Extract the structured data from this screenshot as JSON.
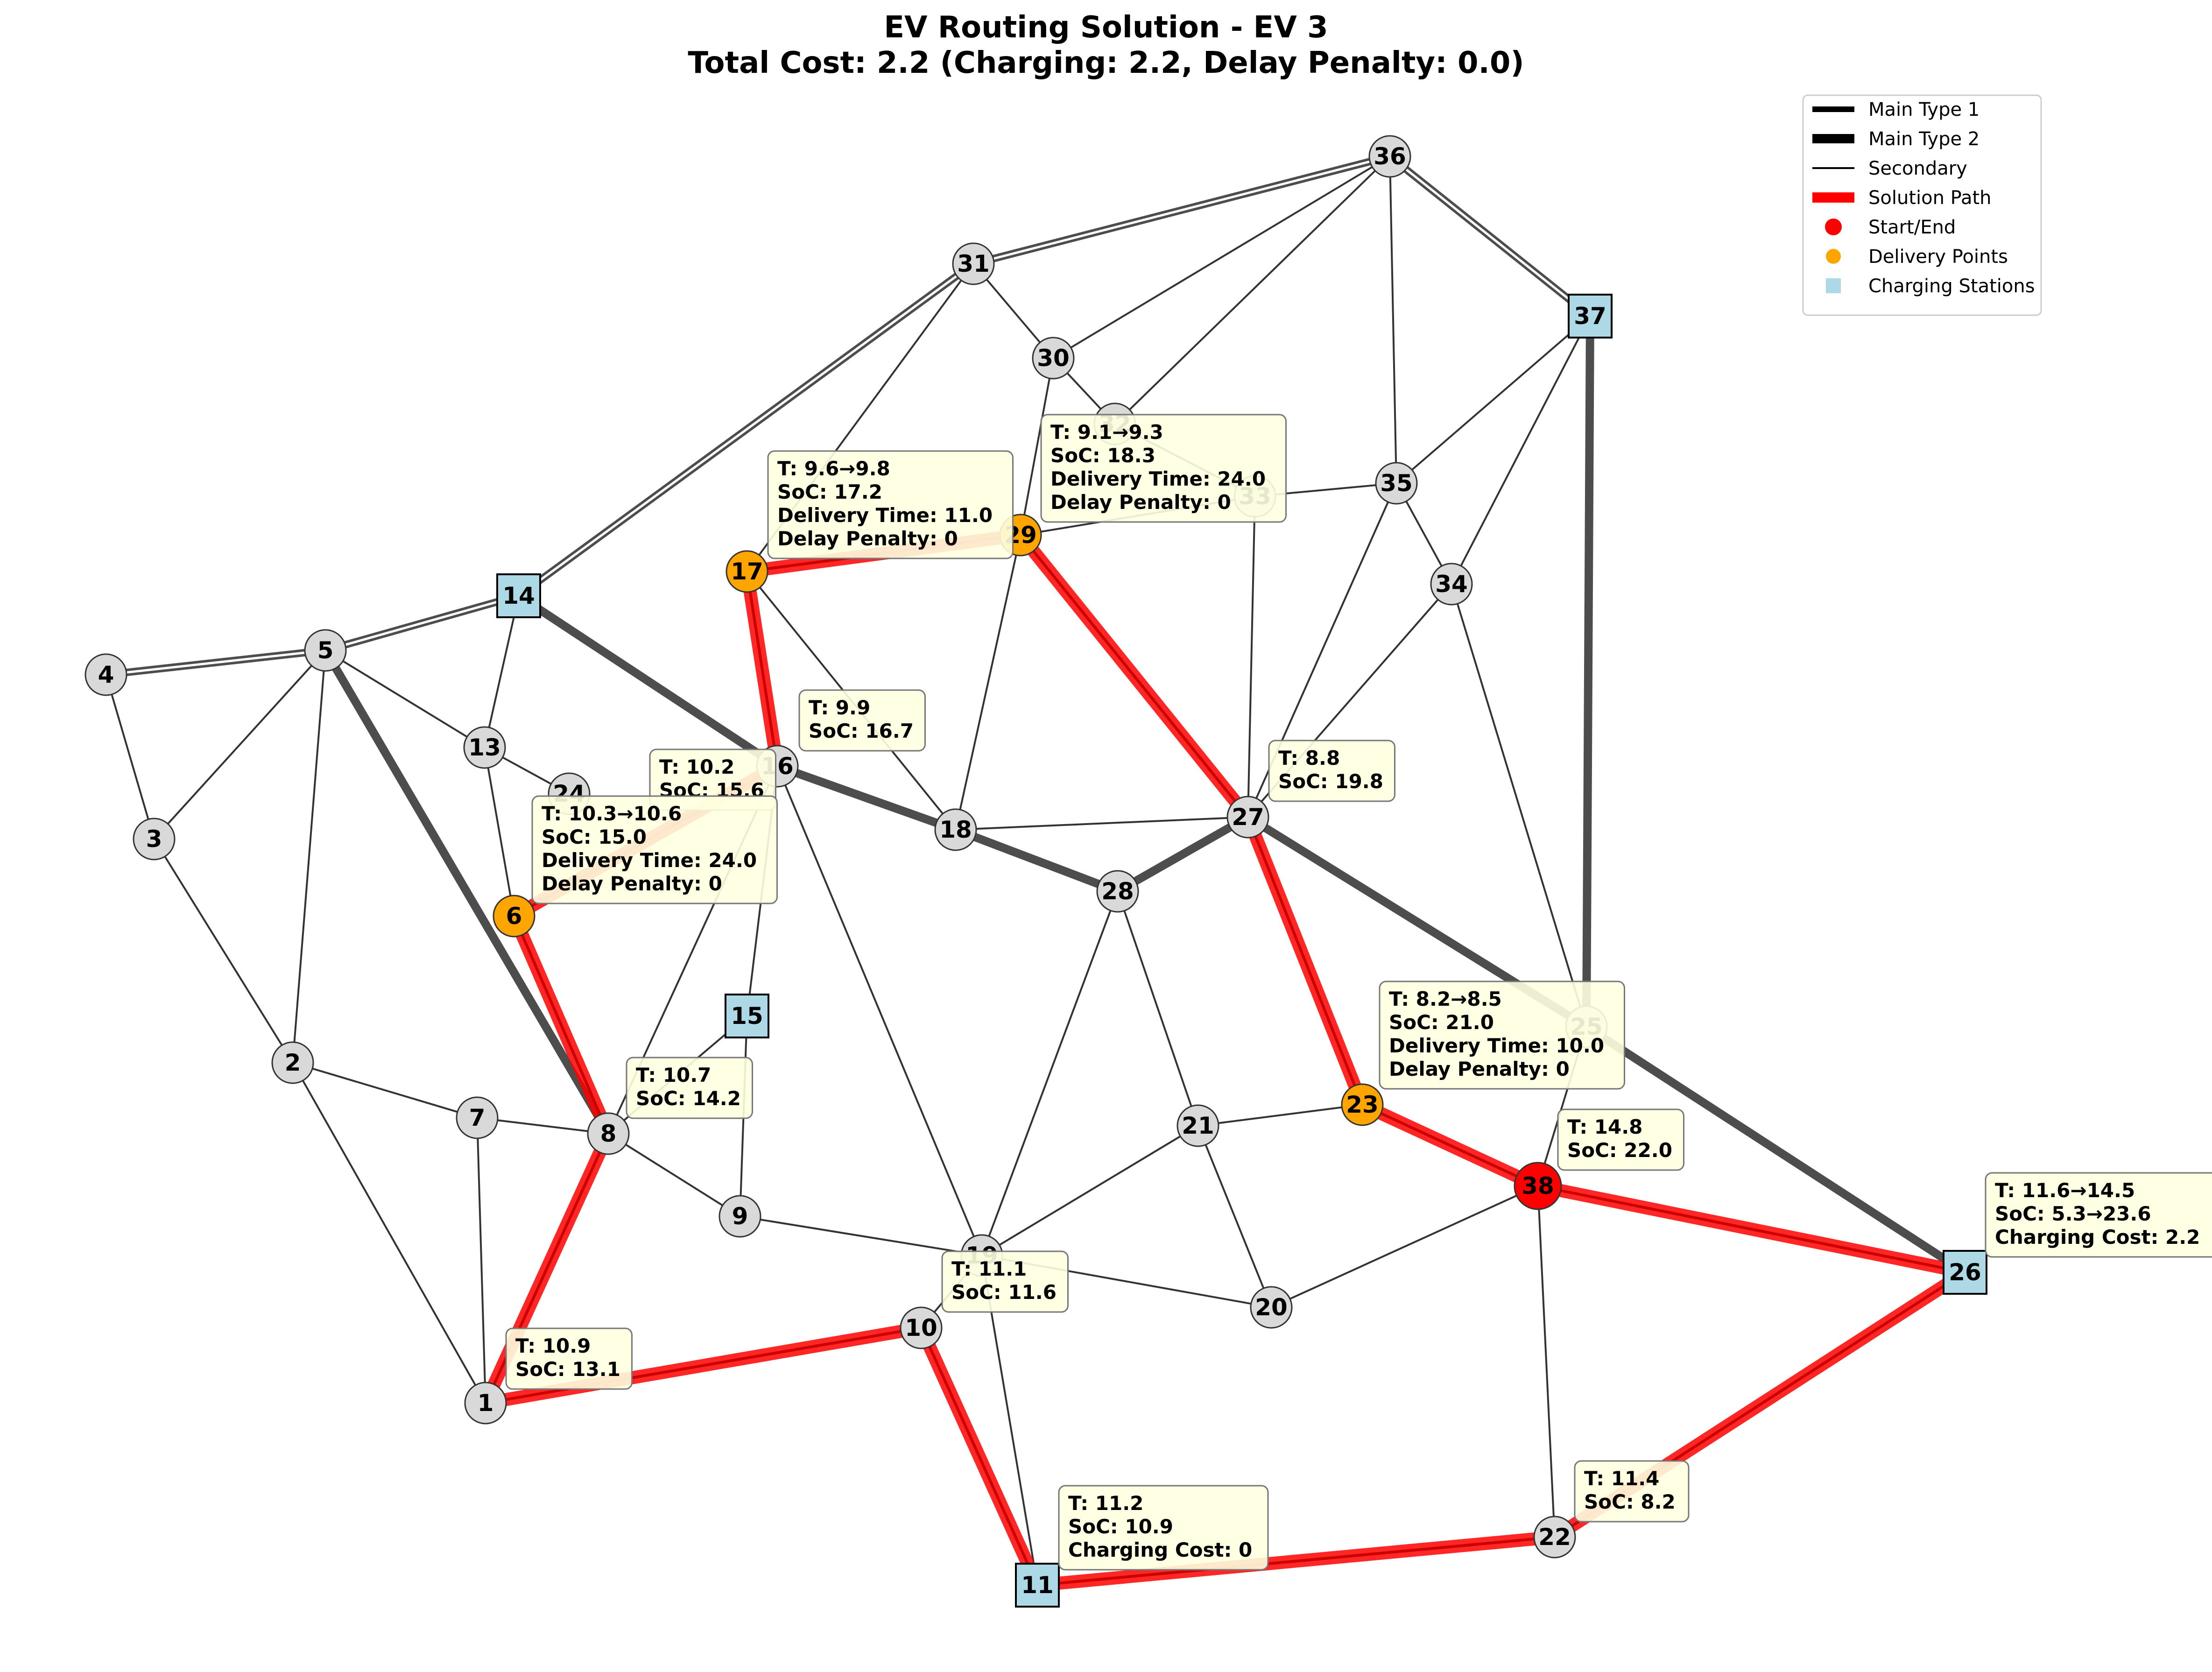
{
  "title": {
    "line1": "EV Routing Solution - EV 3",
    "line2": "Total Cost: 2.2 (Charging: 2.2, Delay Penalty: 0.0)"
  },
  "legend": [
    {
      "label": "Main Type 1",
      "kind": "line-main1"
    },
    {
      "label": "Main Type 2",
      "kind": "line-main2"
    },
    {
      "label": "Secondary",
      "kind": "line-secondary"
    },
    {
      "label": "Solution Path",
      "kind": "line-path"
    },
    {
      "label": "Start/End",
      "kind": "dot-start"
    },
    {
      "label": "Delivery Points",
      "kind": "dot-delivery"
    },
    {
      "label": "Charging Stations",
      "kind": "square-charging"
    }
  ],
  "colors": {
    "node": "#d9d9d9",
    "start": "#ff0000",
    "delivery": "#ffa500",
    "charging": "#add8e6",
    "path": "#ff0000",
    "edge": "#4d4d4d",
    "annotation_bg": "#ffffe0"
  },
  "nodes": [
    {
      "id": "1",
      "type": "normal"
    },
    {
      "id": "2",
      "type": "normal"
    },
    {
      "id": "3",
      "type": "normal"
    },
    {
      "id": "4",
      "type": "normal"
    },
    {
      "id": "5",
      "type": "normal"
    },
    {
      "id": "6",
      "type": "delivery"
    },
    {
      "id": "7",
      "type": "normal"
    },
    {
      "id": "8",
      "type": "normal"
    },
    {
      "id": "9",
      "type": "normal"
    },
    {
      "id": "10",
      "type": "normal"
    },
    {
      "id": "11",
      "type": "charging"
    },
    {
      "id": "12",
      "type": "normal"
    },
    {
      "id": "13",
      "type": "normal"
    },
    {
      "id": "14",
      "type": "charging"
    },
    {
      "id": "15",
      "type": "charging"
    },
    {
      "id": "16",
      "type": "normal"
    },
    {
      "id": "17",
      "type": "delivery"
    },
    {
      "id": "18",
      "type": "normal"
    },
    {
      "id": "19",
      "type": "normal"
    },
    {
      "id": "20",
      "type": "normal"
    },
    {
      "id": "21",
      "type": "normal"
    },
    {
      "id": "22",
      "type": "normal"
    },
    {
      "id": "23",
      "type": "delivery"
    },
    {
      "id": "24",
      "type": "normal"
    },
    {
      "id": "25",
      "type": "normal"
    },
    {
      "id": "26",
      "type": "charging"
    },
    {
      "id": "27",
      "type": "normal"
    },
    {
      "id": "28",
      "type": "normal"
    },
    {
      "id": "29",
      "type": "delivery"
    },
    {
      "id": "30",
      "type": "normal"
    },
    {
      "id": "31",
      "type": "normal"
    },
    {
      "id": "32",
      "type": "normal"
    },
    {
      "id": "33",
      "type": "normal"
    },
    {
      "id": "34",
      "type": "normal"
    },
    {
      "id": "35",
      "type": "normal"
    },
    {
      "id": "36",
      "type": "normal"
    },
    {
      "id": "37",
      "type": "charging"
    },
    {
      "id": "38",
      "type": "start"
    }
  ],
  "edges": {
    "main1": [
      [
        "4",
        "5"
      ],
      [
        "5",
        "14"
      ],
      [
        "14",
        "31"
      ],
      [
        "31",
        "36"
      ],
      [
        "36",
        "37"
      ]
    ],
    "main2": [
      [
        "5",
        "8"
      ],
      [
        "14",
        "16"
      ],
      [
        "16",
        "18"
      ],
      [
        "18",
        "28"
      ],
      [
        "28",
        "27"
      ],
      [
        "27",
        "25"
      ],
      [
        "25",
        "26"
      ],
      [
        "37",
        "25"
      ]
    ],
    "secondary": [
      [
        "4",
        "3"
      ],
      [
        "3",
        "5"
      ],
      [
        "3",
        "2"
      ],
      [
        "2",
        "5"
      ],
      [
        "2",
        "1"
      ],
      [
        "2",
        "7"
      ],
      [
        "7",
        "1"
      ],
      [
        "7",
        "8"
      ],
      [
        "8",
        "9"
      ],
      [
        "8",
        "16"
      ],
      [
        "5",
        "13"
      ],
      [
        "13",
        "14"
      ],
      [
        "13",
        "6"
      ],
      [
        "13",
        "24"
      ],
      [
        "15",
        "16"
      ],
      [
        "15",
        "9"
      ],
      [
        "15",
        "8"
      ],
      [
        "9",
        "19"
      ],
      [
        "19",
        "10"
      ],
      [
        "19",
        "11"
      ],
      [
        "19",
        "16"
      ],
      [
        "19",
        "21"
      ],
      [
        "19",
        "28"
      ],
      [
        "19",
        "20"
      ],
      [
        "21",
        "28"
      ],
      [
        "21",
        "20"
      ],
      [
        "21",
        "23"
      ],
      [
        "20",
        "38"
      ],
      [
        "38",
        "22"
      ],
      [
        "38",
        "25"
      ],
      [
        "17",
        "31"
      ],
      [
        "17",
        "18"
      ],
      [
        "31",
        "30"
      ],
      [
        "30",
        "36"
      ],
      [
        "30",
        "32"
      ],
      [
        "30",
        "29"
      ],
      [
        "29",
        "18"
      ],
      [
        "29",
        "33"
      ],
      [
        "32",
        "36"
      ],
      [
        "32",
        "33"
      ],
      [
        "33",
        "27"
      ],
      [
        "33",
        "35"
      ],
      [
        "36",
        "35"
      ],
      [
        "35",
        "37"
      ],
      [
        "35",
        "27"
      ],
      [
        "34",
        "37"
      ],
      [
        "34",
        "35"
      ],
      [
        "34",
        "25"
      ],
      [
        "34",
        "27"
      ],
      [
        "18",
        "27"
      ]
    ]
  },
  "path": [
    "38",
    "23",
    "27",
    "29",
    "17",
    "16",
    "6",
    "8",
    "1",
    "10",
    "11",
    "22",
    "26",
    "38"
  ],
  "annotations": [
    {
      "anchor": "29",
      "lines": [
        "T: 9.1→9.3",
        "SoC: 18.3",
        "Delivery Time: 24.0",
        "Delay Penalty: 0"
      ]
    },
    {
      "anchor": "17",
      "lines": [
        "T: 9.6→9.8",
        "SoC: 17.2",
        "Delivery Time: 11.0",
        "Delay Penalty: 0"
      ]
    },
    {
      "anchor": "16",
      "lines": [
        "T: 9.9",
        "SoC: 16.7"
      ]
    },
    {
      "anchor": "27",
      "lines": [
        "T: 8.8",
        "SoC: 19.8"
      ]
    },
    {
      "anchor": "6",
      "lines": [
        "T: 10.2",
        "SoC: 15.6"
      ]
    },
    {
      "anchor": "6",
      "lines": [
        "T: 10.3→10.6",
        "SoC: 15.0",
        "Delivery Time: 24.0",
        "Delay Penalty: 0"
      ]
    },
    {
      "anchor": "23",
      "lines": [
        "T: 8.2→8.5",
        "SoC: 21.0",
        "Delivery Time: 10.0",
        "Delay Penalty: 0"
      ]
    },
    {
      "anchor": "8",
      "lines": [
        "T: 10.7",
        "SoC: 14.2"
      ]
    },
    {
      "anchor": "38",
      "lines": [
        "T: 14.8",
        "SoC: 22.0"
      ]
    },
    {
      "anchor": "26",
      "lines": [
        "T: 11.6→14.5",
        "SoC: 5.3→23.6",
        "Charging Cost: 2.2"
      ]
    },
    {
      "anchor": "10",
      "lines": [
        "T: 11.1",
        "SoC: 11.6"
      ]
    },
    {
      "anchor": "1",
      "lines": [
        "T: 10.9",
        "SoC: 13.1"
      ]
    },
    {
      "anchor": "11",
      "lines": [
        "T: 11.2",
        "SoC: 10.9",
        "Charging Cost: 0"
      ]
    },
    {
      "anchor": "22",
      "lines": [
        "T: 11.4",
        "SoC: 8.2"
      ]
    }
  ]
}
